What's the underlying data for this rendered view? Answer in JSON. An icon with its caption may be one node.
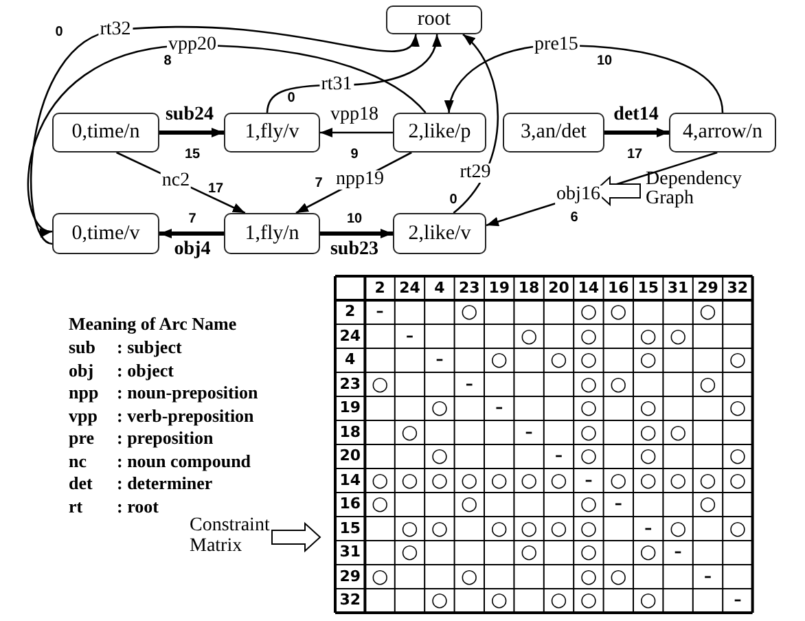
{
  "diagram": {
    "nodes": [
      {
        "text": [
          "root"
        ]
      },
      {
        "text": [
          "0,time/n"
        ]
      },
      {
        "text": [
          "1,fly/v"
        ]
      },
      {
        "text": [
          "2,like/p"
        ]
      },
      {
        "text": [
          "3,an/det"
        ]
      },
      {
        "text": [
          "4,arrow/n"
        ]
      },
      {
        "text": [
          "0,time/v"
        ]
      },
      {
        "text": [
          "1,fly/n"
        ]
      },
      {
        "text": [
          "2,like/v"
        ]
      }
    ],
    "edges": [
      {
        "from": 1,
        "to": 2,
        "arrow": "to",
        "label": "sub24",
        "style": "thick"
      },
      {
        "from": 3,
        "to": 2,
        "arrow": "to",
        "label": "vpp18"
      },
      {
        "from": 1,
        "to": 7,
        "arrow": "to",
        "label": "nc2"
      },
      {
        "from": 3,
        "to": 7,
        "arrow": "to",
        "label": "npp19"
      },
      {
        "from": 7,
        "to": 6,
        "arrow": "to",
        "label": "obj4",
        "style": "thick"
      },
      {
        "from": 7,
        "to": 8,
        "arrow": "to",
        "label": "sub23",
        "style": "thick"
      },
      {
        "from": 2,
        "to": 0,
        "arrow": "to",
        "label": "rt31"
      },
      {
        "from": 6,
        "to": 0,
        "arrow": "to",
        "label": "rt32"
      },
      {
        "from": 3,
        "to": 6,
        "arrow": "to",
        "label": "vpp20"
      },
      {
        "from": 5,
        "to": 3,
        "arrow": "to",
        "label": "pre15"
      },
      {
        "from": 4,
        "to": 5,
        "arrow": "to",
        "label": "det14",
        "style": "thick"
      },
      {
        "from": 5,
        "to": 8,
        "arrow": "to",
        "label": "obj16"
      },
      {
        "from": 8,
        "to": 0,
        "arrow": "to",
        "label": "rt29"
      }
    ],
    "labels": [
      "0",
      "8",
      "10",
      "0",
      "15",
      "9",
      "17",
      "17",
      "7",
      "0",
      "6",
      "Dependency Graph",
      "7",
      "10",
      "Meaning of Arc Name",
      "sub",
      ": subject",
      "obj",
      ": object",
      "npp",
      ": noun-preposition",
      "vpp",
      ": verb-preposition",
      "pre",
      ": preposition",
      "nc",
      ": noun compound",
      "det",
      ": determiner",
      "rt",
      ": root",
      "Constraint Matrix",
      "2",
      "24",
      "4",
      "23",
      "19",
      "18",
      "20",
      "14",
      "16",
      "15",
      "31",
      "29",
      "32",
      "2",
      "–",
      "○",
      "○",
      "○",
      "○",
      "24",
      "–",
      "○",
      "○",
      "○",
      "○",
      "4",
      "–",
      "○",
      "○",
      "○",
      "○",
      "○",
      "23",
      "○",
      "–",
      "○",
      "○",
      "○",
      "19",
      "○",
      "–",
      "○",
      "○",
      "○",
      "18",
      "○",
      "–",
      "○",
      "○",
      "○",
      "20",
      "○",
      "–",
      "○",
      "○",
      "○",
      "14",
      "○",
      "○",
      "○",
      "○",
      "○",
      "○",
      "○",
      "–",
      "○",
      "○",
      "○",
      "○",
      "○",
      "16",
      "○",
      "○",
      "○",
      "–",
      "○",
      "15",
      "○",
      "○",
      "○",
      "○",
      "○",
      "○",
      "–",
      "○",
      "○",
      "31",
      "○",
      "○",
      "○",
      "○",
      "–",
      "29",
      "○",
      "○",
      "○",
      "○",
      "–",
      "32",
      "○",
      "○",
      "○",
      "○",
      "○",
      "–"
    ]
  }
}
